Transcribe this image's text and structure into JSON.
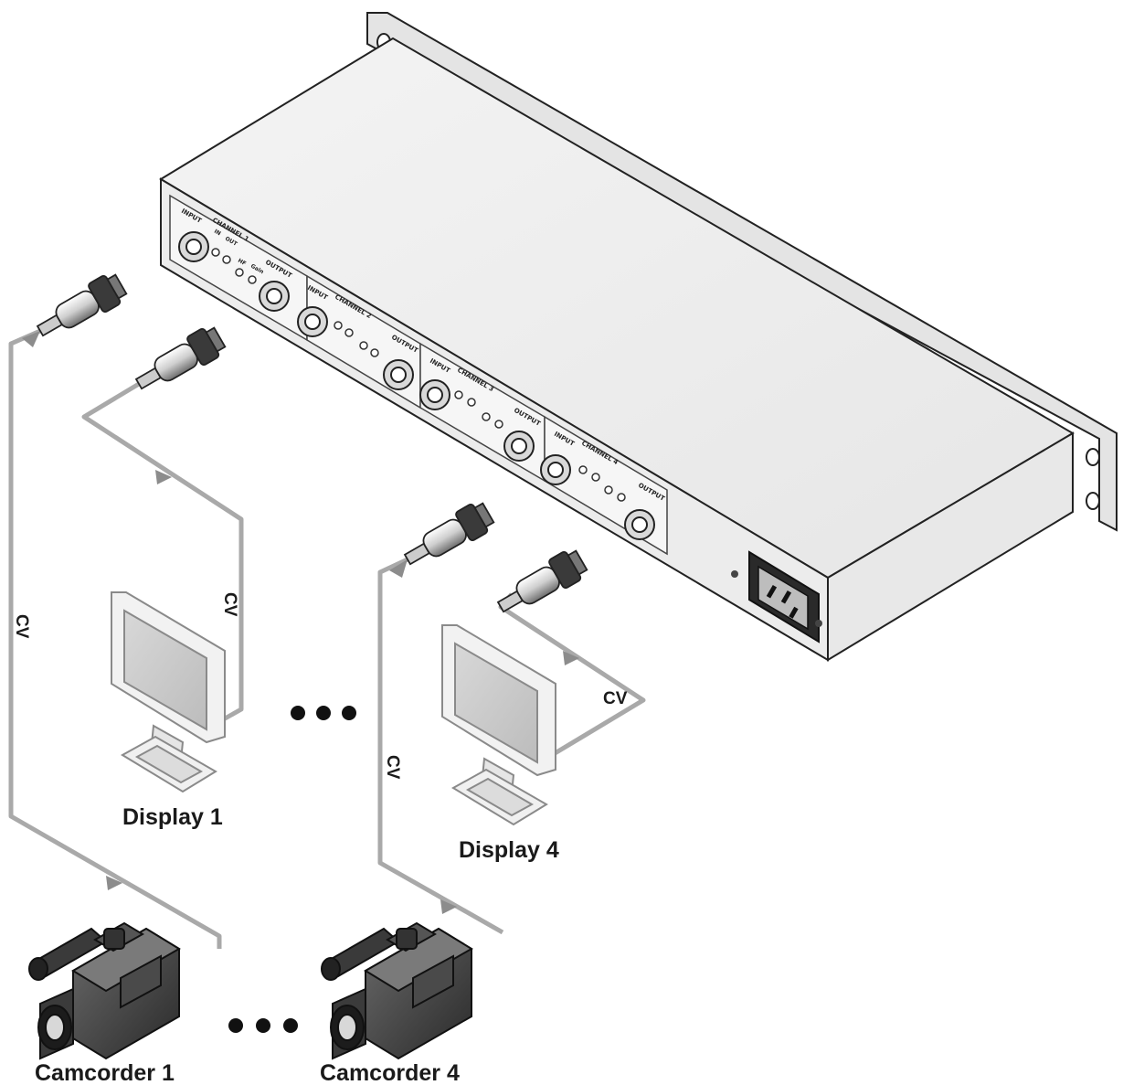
{
  "labels": {
    "display_1": "Display 1",
    "display_4": "Display 4",
    "camcorder_1": "Camcorder 1",
    "camcorder_4": "Camcorder 4",
    "signal": "CV"
  },
  "panel_text": {
    "input": "INPUT",
    "output": "OUTPUT",
    "channels": [
      "CHANNEL 1",
      "CHANNEL 2",
      "CHANNEL 3",
      "CHANNEL 4"
    ],
    "in": "IN",
    "out": "OUT",
    "hf": "HF",
    "gain": "Gain"
  },
  "colors": {
    "cable": "#a9a9a9",
    "device_body": "#ededed",
    "device_outline": "#222222"
  },
  "icons": [
    "rack-device",
    "bnc-connector",
    "monitor-icon",
    "camcorder-icon",
    "power-inlet-icon",
    "arrow-icon",
    "ellipsis-dots"
  ]
}
